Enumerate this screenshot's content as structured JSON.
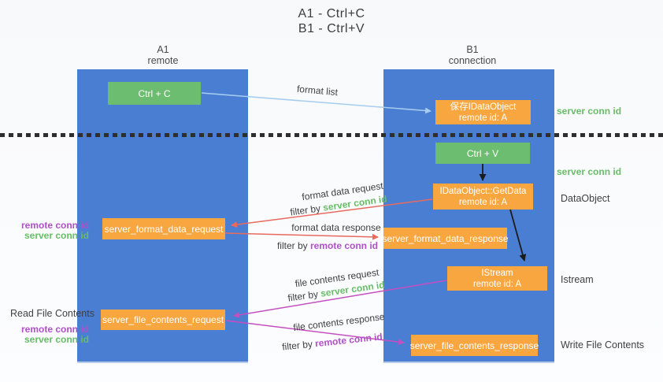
{
  "title": {
    "line1": "A1 - Ctrl+C",
    "line2": "B1 - Ctrl+V"
  },
  "lanes": {
    "a1": {
      "name": "A1",
      "role": "remote"
    },
    "b1": {
      "name": "B1",
      "role": "connection"
    }
  },
  "nodes": {
    "ctrl_c": {
      "label": "Ctrl + C"
    },
    "ctrl_v": {
      "label": "Ctrl + V"
    },
    "save_dataobject": {
      "line1": "保存IDataObject",
      "line2": "remote id: A"
    },
    "getdata": {
      "line1": "IDataObject::GetData",
      "line2": "remote id: A"
    },
    "istream": {
      "line1": "IStream",
      "line2": "remote id: A"
    },
    "format_request": {
      "label": "server_format_data_request"
    },
    "format_response": {
      "label": "server_format_data_response"
    },
    "file_request": {
      "label": "server_file_contents_request"
    },
    "file_response": {
      "label": "server_file_contents_response"
    }
  },
  "arrow_labels": {
    "format_list": "format list",
    "format_data_request": "format data request",
    "format_data_response": "format data response",
    "file_contents_request": "file contents request",
    "file_contents_response": "file contents response",
    "filter_by": "filter by",
    "server_conn_id": "server conn id",
    "remote_conn_id": "remote conn id"
  },
  "side_labels": {
    "server_conn_id": "server conn id",
    "remote_conn_id": "remote conn id",
    "dataobject": "DataObject",
    "istream": "Istream",
    "read_file_contents": "Read File Contents",
    "write_file_contents": "Write File Contents"
  },
  "colors": {
    "lane_blue": "#4a7ed2",
    "box_orange": "#f7a640",
    "box_green": "#6cbd6f",
    "green_text": "#67bd68",
    "magenta_text": "#b050c8",
    "red_arrow": "#e96a5f",
    "magenta_arrow": "#c44fc0",
    "light_blue_arrow": "#a6cdf0",
    "black_arrow": "#1c1c1c"
  }
}
